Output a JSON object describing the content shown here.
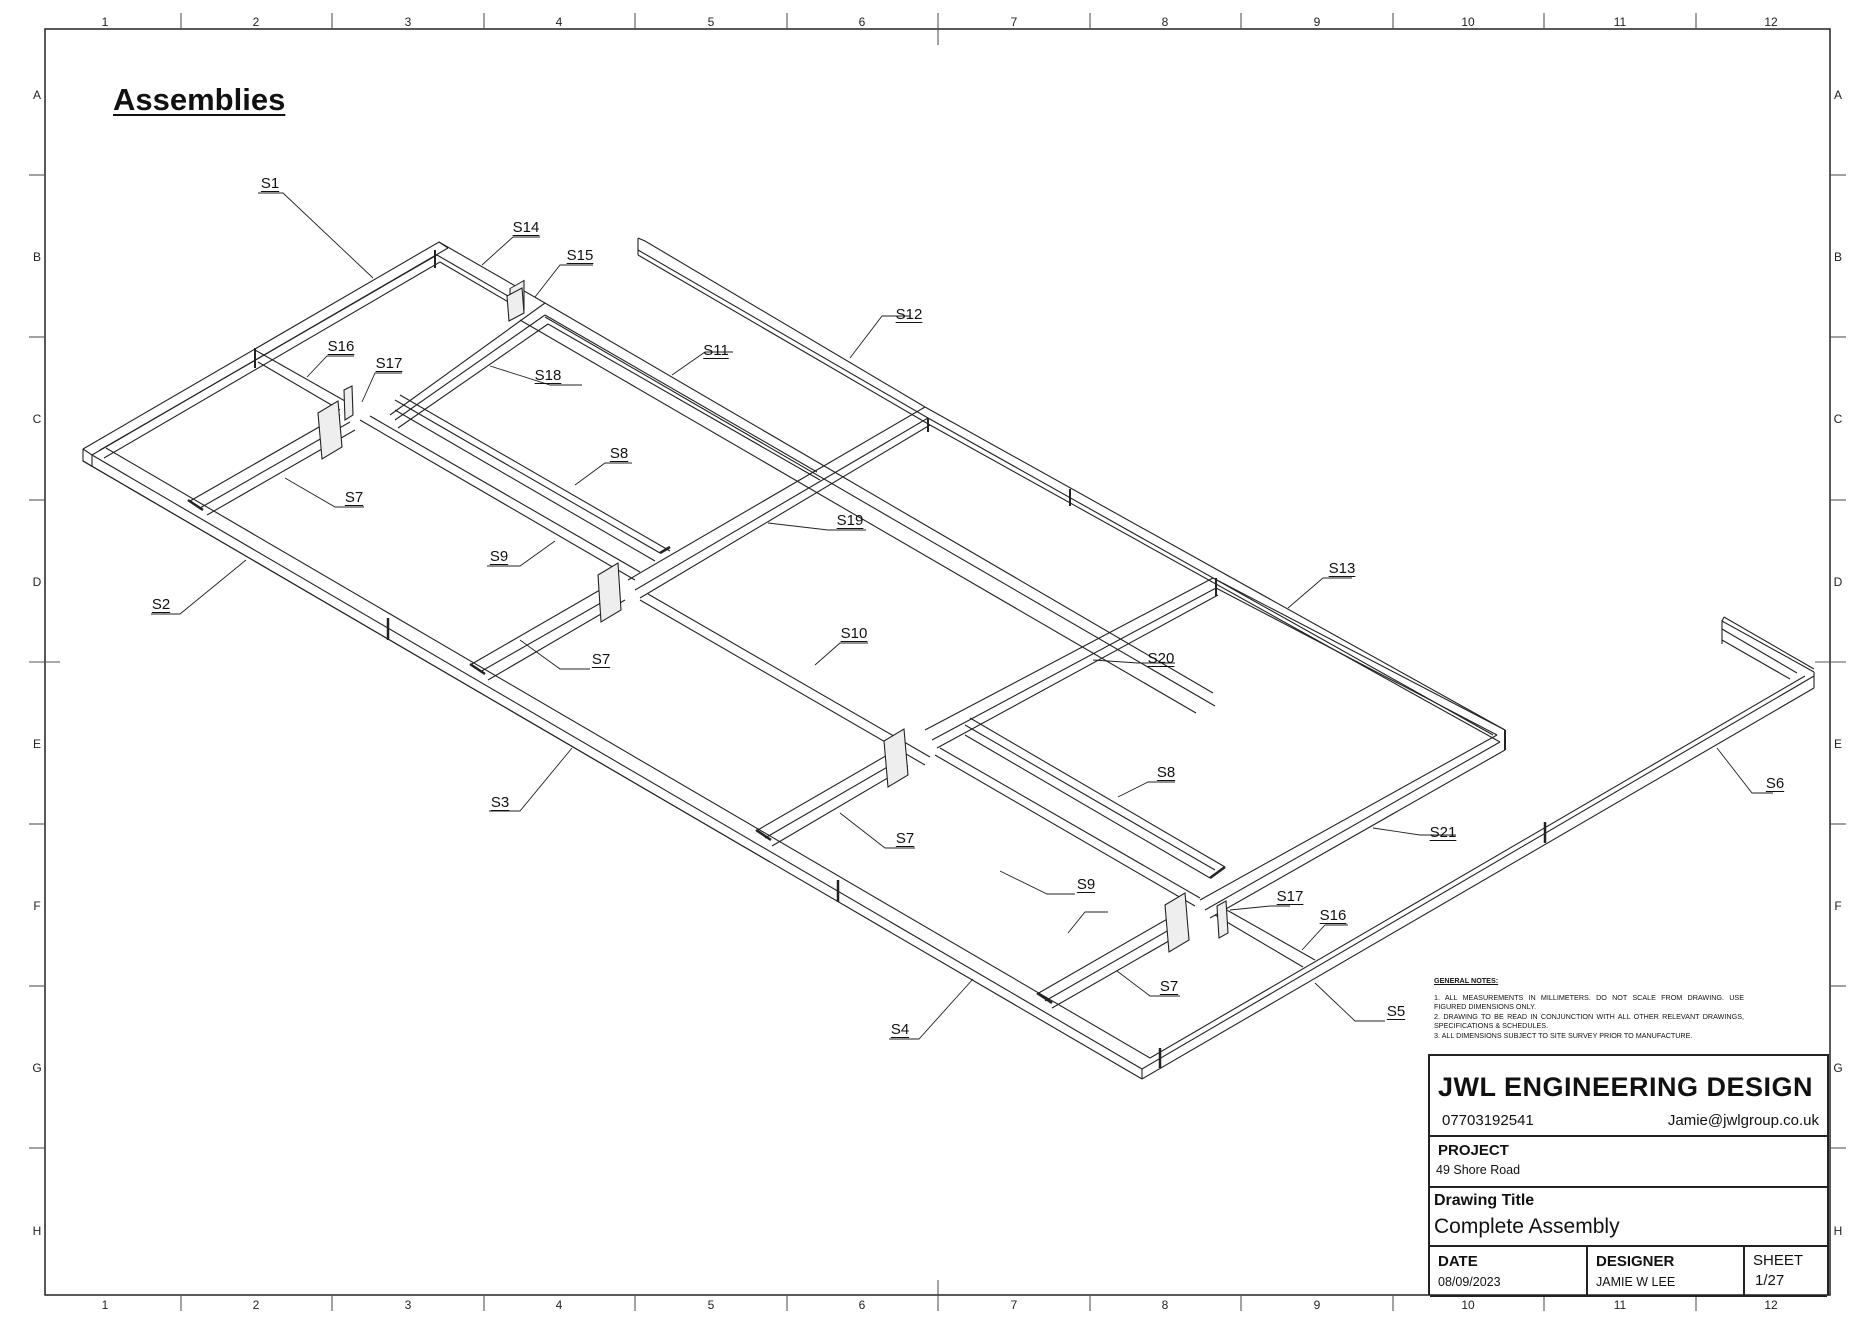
{
  "sheet": {
    "title": "Assemblies",
    "column_refs": [
      "1",
      "2",
      "3",
      "4",
      "5",
      "6",
      "7",
      "8",
      "9",
      "10",
      "11",
      "12"
    ],
    "row_refs": [
      "A",
      "B",
      "C",
      "D",
      "E",
      "F",
      "G",
      "H"
    ]
  },
  "labels": [
    {
      "id": "S1",
      "text": "S1"
    },
    {
      "id": "S2",
      "text": "S2"
    },
    {
      "id": "S3",
      "text": "S3"
    },
    {
      "id": "S4",
      "text": "S4"
    },
    {
      "id": "S5",
      "text": "S5"
    },
    {
      "id": "S6",
      "text": "S6"
    },
    {
      "id": "S7a",
      "text": "S7"
    },
    {
      "id": "S7b",
      "text": "S7"
    },
    {
      "id": "S7c",
      "text": "S7"
    },
    {
      "id": "S7d",
      "text": "S7"
    },
    {
      "id": "S8a",
      "text": "S8"
    },
    {
      "id": "S8b",
      "text": "S8"
    },
    {
      "id": "S9a",
      "text": "S9"
    },
    {
      "id": "S9b",
      "text": "S9"
    },
    {
      "id": "S10",
      "text": "S10"
    },
    {
      "id": "S11",
      "text": "S11"
    },
    {
      "id": "S12",
      "text": "S12"
    },
    {
      "id": "S13",
      "text": "S13"
    },
    {
      "id": "S14",
      "text": "S14"
    },
    {
      "id": "S15",
      "text": "S15"
    },
    {
      "id": "S16a",
      "text": "S16"
    },
    {
      "id": "S16b",
      "text": "S16"
    },
    {
      "id": "S17a",
      "text": "S17"
    },
    {
      "id": "S17b",
      "text": "S17"
    },
    {
      "id": "S18",
      "text": "S18"
    },
    {
      "id": "S19",
      "text": "S19"
    },
    {
      "id": "S20",
      "text": "S20"
    },
    {
      "id": "S21",
      "text": "S21"
    }
  ],
  "general_notes": {
    "heading": "GENERAL NOTES:",
    "items": [
      "1. ALL MEASUREMENTS IN MILLIMETERS. DO NOT SCALE FROM DRAWING. USE FIGURED DIMENSIONS ONLY.",
      "2. DRAWING TO BE READ IN CONJUNCTION WITH ALL OTHER RELEVANT DRAWINGS, SPECIFICATIONS & SCHEDULES.",
      "3. ALL DIMENSIONS SUBJECT TO SITE SURVEY PRIOR TO MANUFACTURE."
    ]
  },
  "title_block": {
    "company": "JWL ENGINEERING DESIGN",
    "phone": "07703192541",
    "email": "Jamie@jwlgroup.co.uk",
    "project_label": "PROJECT",
    "project_value": "49 Shore Road",
    "drawing_title_label": "Drawing Title",
    "drawing_title_value": "Complete Assembly",
    "date_label": "DATE",
    "date_value": "08/09/2023",
    "designer_label": "DESIGNER",
    "designer_value": "JAMIE W LEE",
    "sheet_label": "SHEET",
    "sheet_value": "1/27"
  },
  "colors": {
    "line": "#222222",
    "background": "#ffffff"
  }
}
